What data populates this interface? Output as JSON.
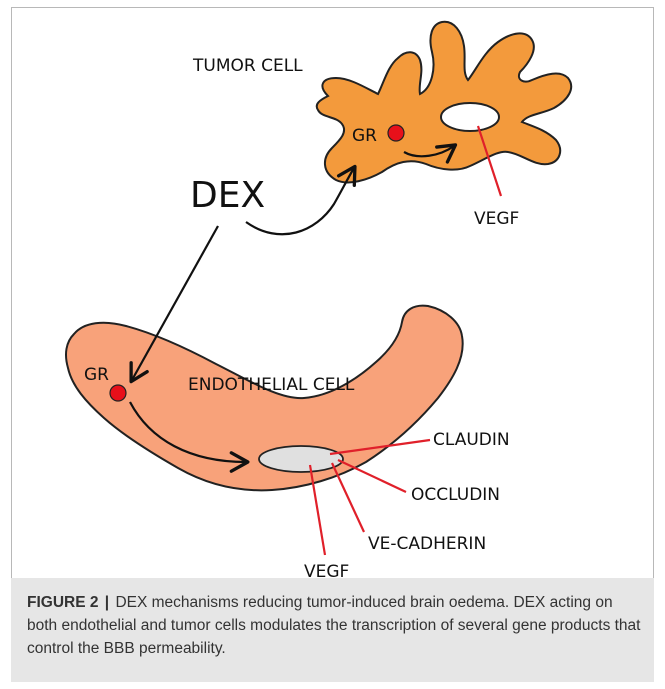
{
  "diagram": {
    "tumor_cell_label": "TUMOR CELL",
    "endothelial_cell_label": "ENDOTHELIAL CELL",
    "dex_label": "DEX",
    "gr_tumor_label": "GR",
    "gr_endothelial_label": "GR",
    "tumor_nucleus_gene": "VEGF",
    "endothelial_genes": {
      "claudin": "CLAUDIN",
      "occludin": "OCCLUDIN",
      "ve_cadherin": "VE-CADHERIN",
      "vegf": "VEGF"
    },
    "colors": {
      "tumor_cell_fill": "#f39a3c",
      "endothelial_cell_fill": "#f8a27a",
      "gr_dot": "#e8101a",
      "gene_lines": "#e0202a",
      "outline": "#222222"
    }
  },
  "caption": {
    "label": "FIGURE 2",
    "separator": "|",
    "text": "DEX mechanisms reducing tumor-induced brain oedema. DEX acting on both endothelial and tumor cells modulates the transcription of several gene products that control the BBB permeability."
  }
}
